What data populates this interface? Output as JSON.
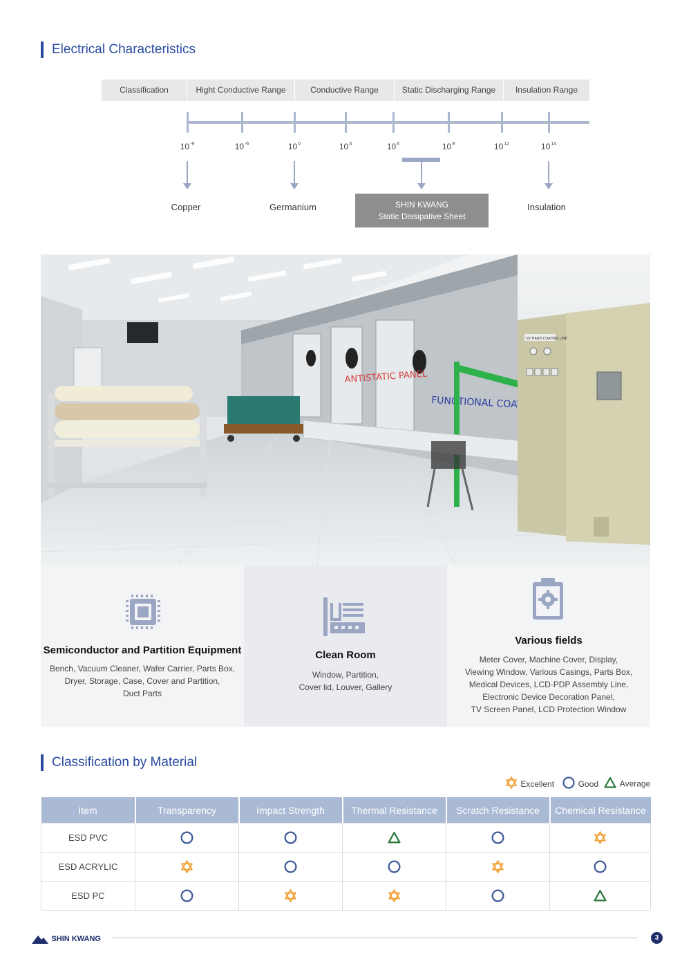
{
  "electrical": {
    "title": "Electrical Characteristics",
    "headers": [
      "Classification",
      "Hight Conductive Range",
      "Conductive Range",
      "Static Discharging Range",
      "Insulation Range"
    ],
    "exponents": [
      {
        "base": "10",
        "exp": "-9"
      },
      {
        "base": "10",
        "exp": "-6"
      },
      {
        "base": "10",
        "exp": "0"
      },
      {
        "base": "10",
        "exp": "3"
      },
      {
        "base": "10",
        "exp": "6"
      },
      {
        "base": "10",
        "exp": "9"
      },
      {
        "base": "10",
        "exp": "12"
      },
      {
        "base": "10",
        "exp": "14"
      }
    ],
    "materials": {
      "copper": "Copper",
      "germanium": "Germanium",
      "sk_line1": "SHIN KWANG",
      "sk_line2": "Static Dissipative Sheet",
      "insulation": "Insulation"
    }
  },
  "photo": {
    "sign_line": "UV HARD COATING LINE",
    "wall_text_1": "ANTISTATIC PANEL",
    "wall_text_2": "FUNCTIONAL COATING"
  },
  "fields": [
    {
      "icon": "chip-icon",
      "title": "Semiconductor and Partition Equipment",
      "lines": [
        "Bench, Vacuum Cleaner, Wafer Carrier, Parts Box,",
        "Dryer, Storage, Case, Cover and Partition,",
        "Duct Parts"
      ]
    },
    {
      "icon": "clean-room-icon",
      "title": "Clean Room",
      "lines": [
        "Window, Partition,",
        "Cover lid, Louver, Gallery"
      ]
    },
    {
      "icon": "clipboard-gear-icon",
      "title": "Various fields",
      "lines": [
        "Meter Cover, Machine Cover, Display,",
        "Viewing Window, Various Casings, Parts Box,",
        "Medical Devices, LCD·PDP Assembly Line,",
        "Electronic Device Decoration Panel,",
        "TV Screen Panel, LCD Protection Window"
      ]
    }
  ],
  "classification": {
    "title": "Classification by Material",
    "legend": {
      "excellent": "Excellent",
      "good": "Good",
      "average": "Average"
    },
    "columns": [
      "Item",
      "Transparency",
      "Impact Strength",
      "Thermal Resistance",
      "Scratch Resistance",
      "Chemical Resistance"
    ],
    "rows": [
      {
        "item": "ESD PVC",
        "ratings": [
          "good",
          "good",
          "average",
          "good",
          "excellent"
        ]
      },
      {
        "item": "ESD ACRYLIC",
        "ratings": [
          "excellent",
          "good",
          "good",
          "excellent",
          "good"
        ]
      },
      {
        "item": "ESD PC",
        "ratings": [
          "good",
          "excellent",
          "excellent",
          "good",
          "average"
        ]
      }
    ],
    "colors": {
      "excellent": "#f0a23a",
      "good": "#3e5b9a",
      "average": "#2e7a3e",
      "header_bg": "#aab9d4"
    }
  },
  "footer": {
    "brand": "SHIN KWANG",
    "page": "3"
  }
}
